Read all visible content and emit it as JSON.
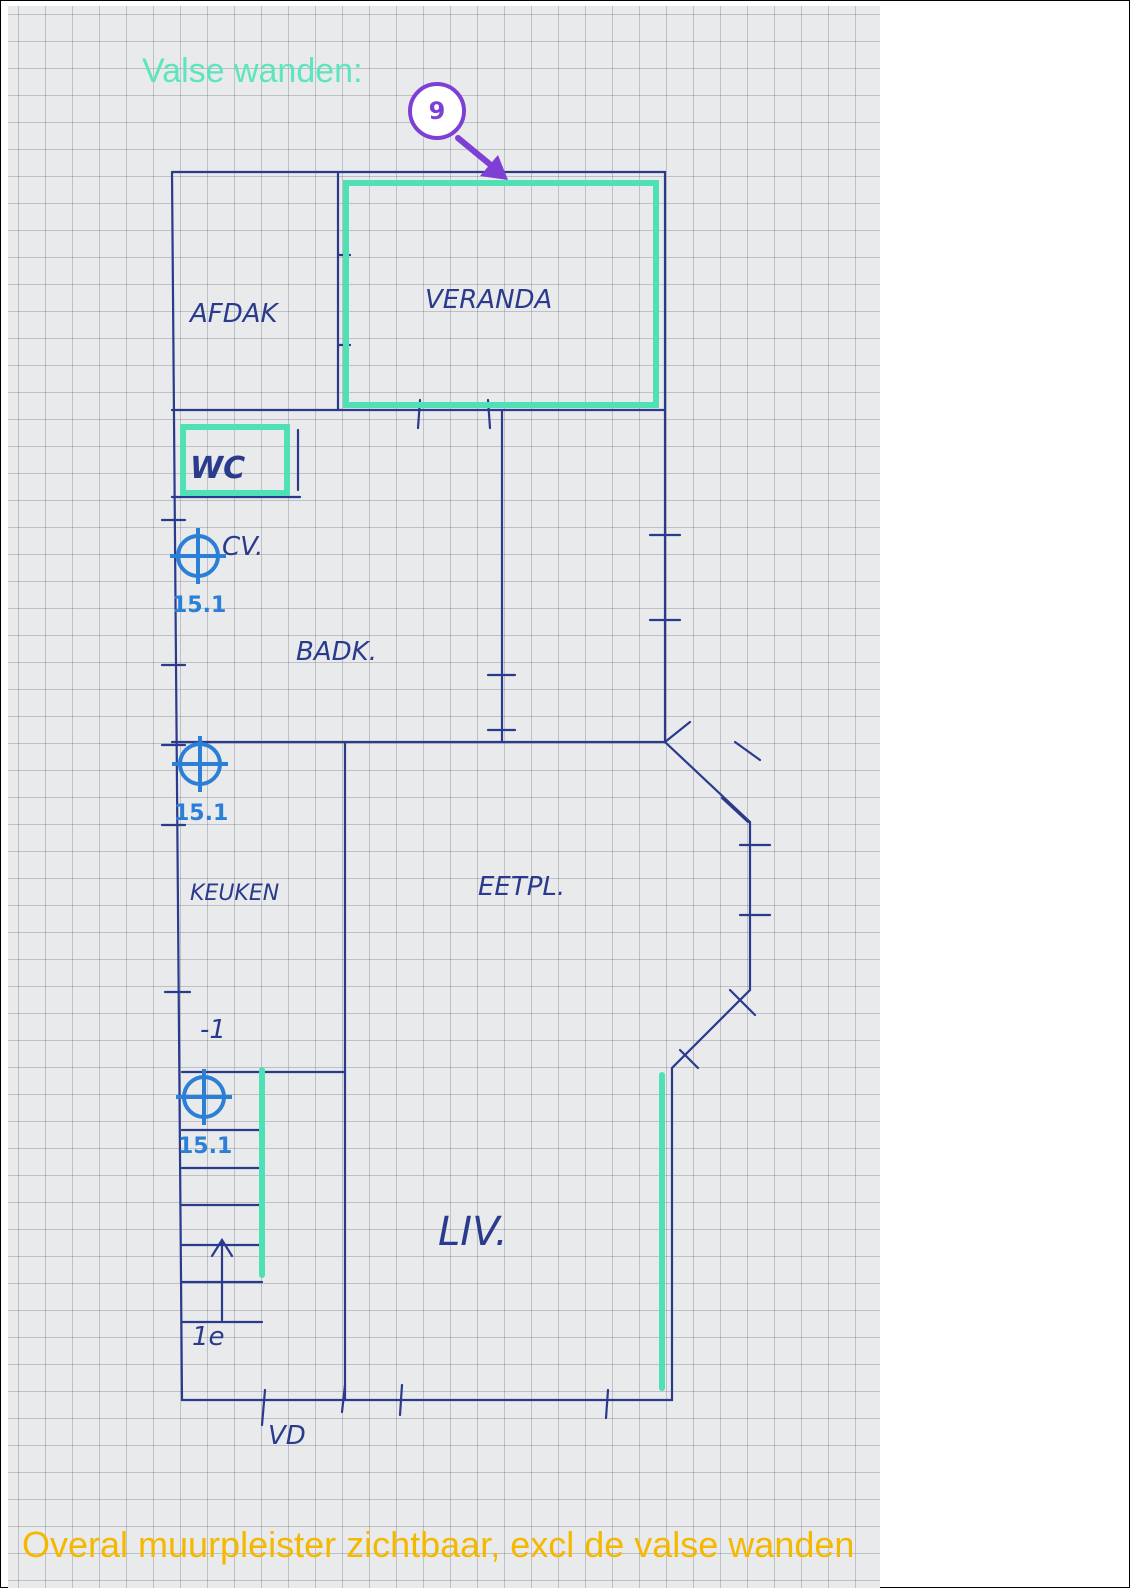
{
  "notes": {
    "title": "Valse wanden:",
    "bottom": "Overal muurpleister zichtbaar, excl de valse wanden"
  },
  "badge": {
    "number": "9",
    "color": "#7d3fd4"
  },
  "rooms": {
    "afdak": "AFDAK",
    "veranda": "VERANDA",
    "wc": "WC",
    "cv": "CV.",
    "badk": "BADK.",
    "keuken": "KEUKEN",
    "eetpl": "EETPL.",
    "liv": "LIV.",
    "vd": "VD",
    "stair_mark": "1e",
    "level_mark": "-1"
  },
  "markers": [
    {
      "label": "15.1"
    },
    {
      "label": "15.1"
    },
    {
      "label": "15.1"
    }
  ],
  "colors": {
    "ink": "#2a3a8c",
    "false_wall": "#4fe0b5",
    "marker": "#2b7fd6",
    "bottom_note": "#f5b800"
  }
}
